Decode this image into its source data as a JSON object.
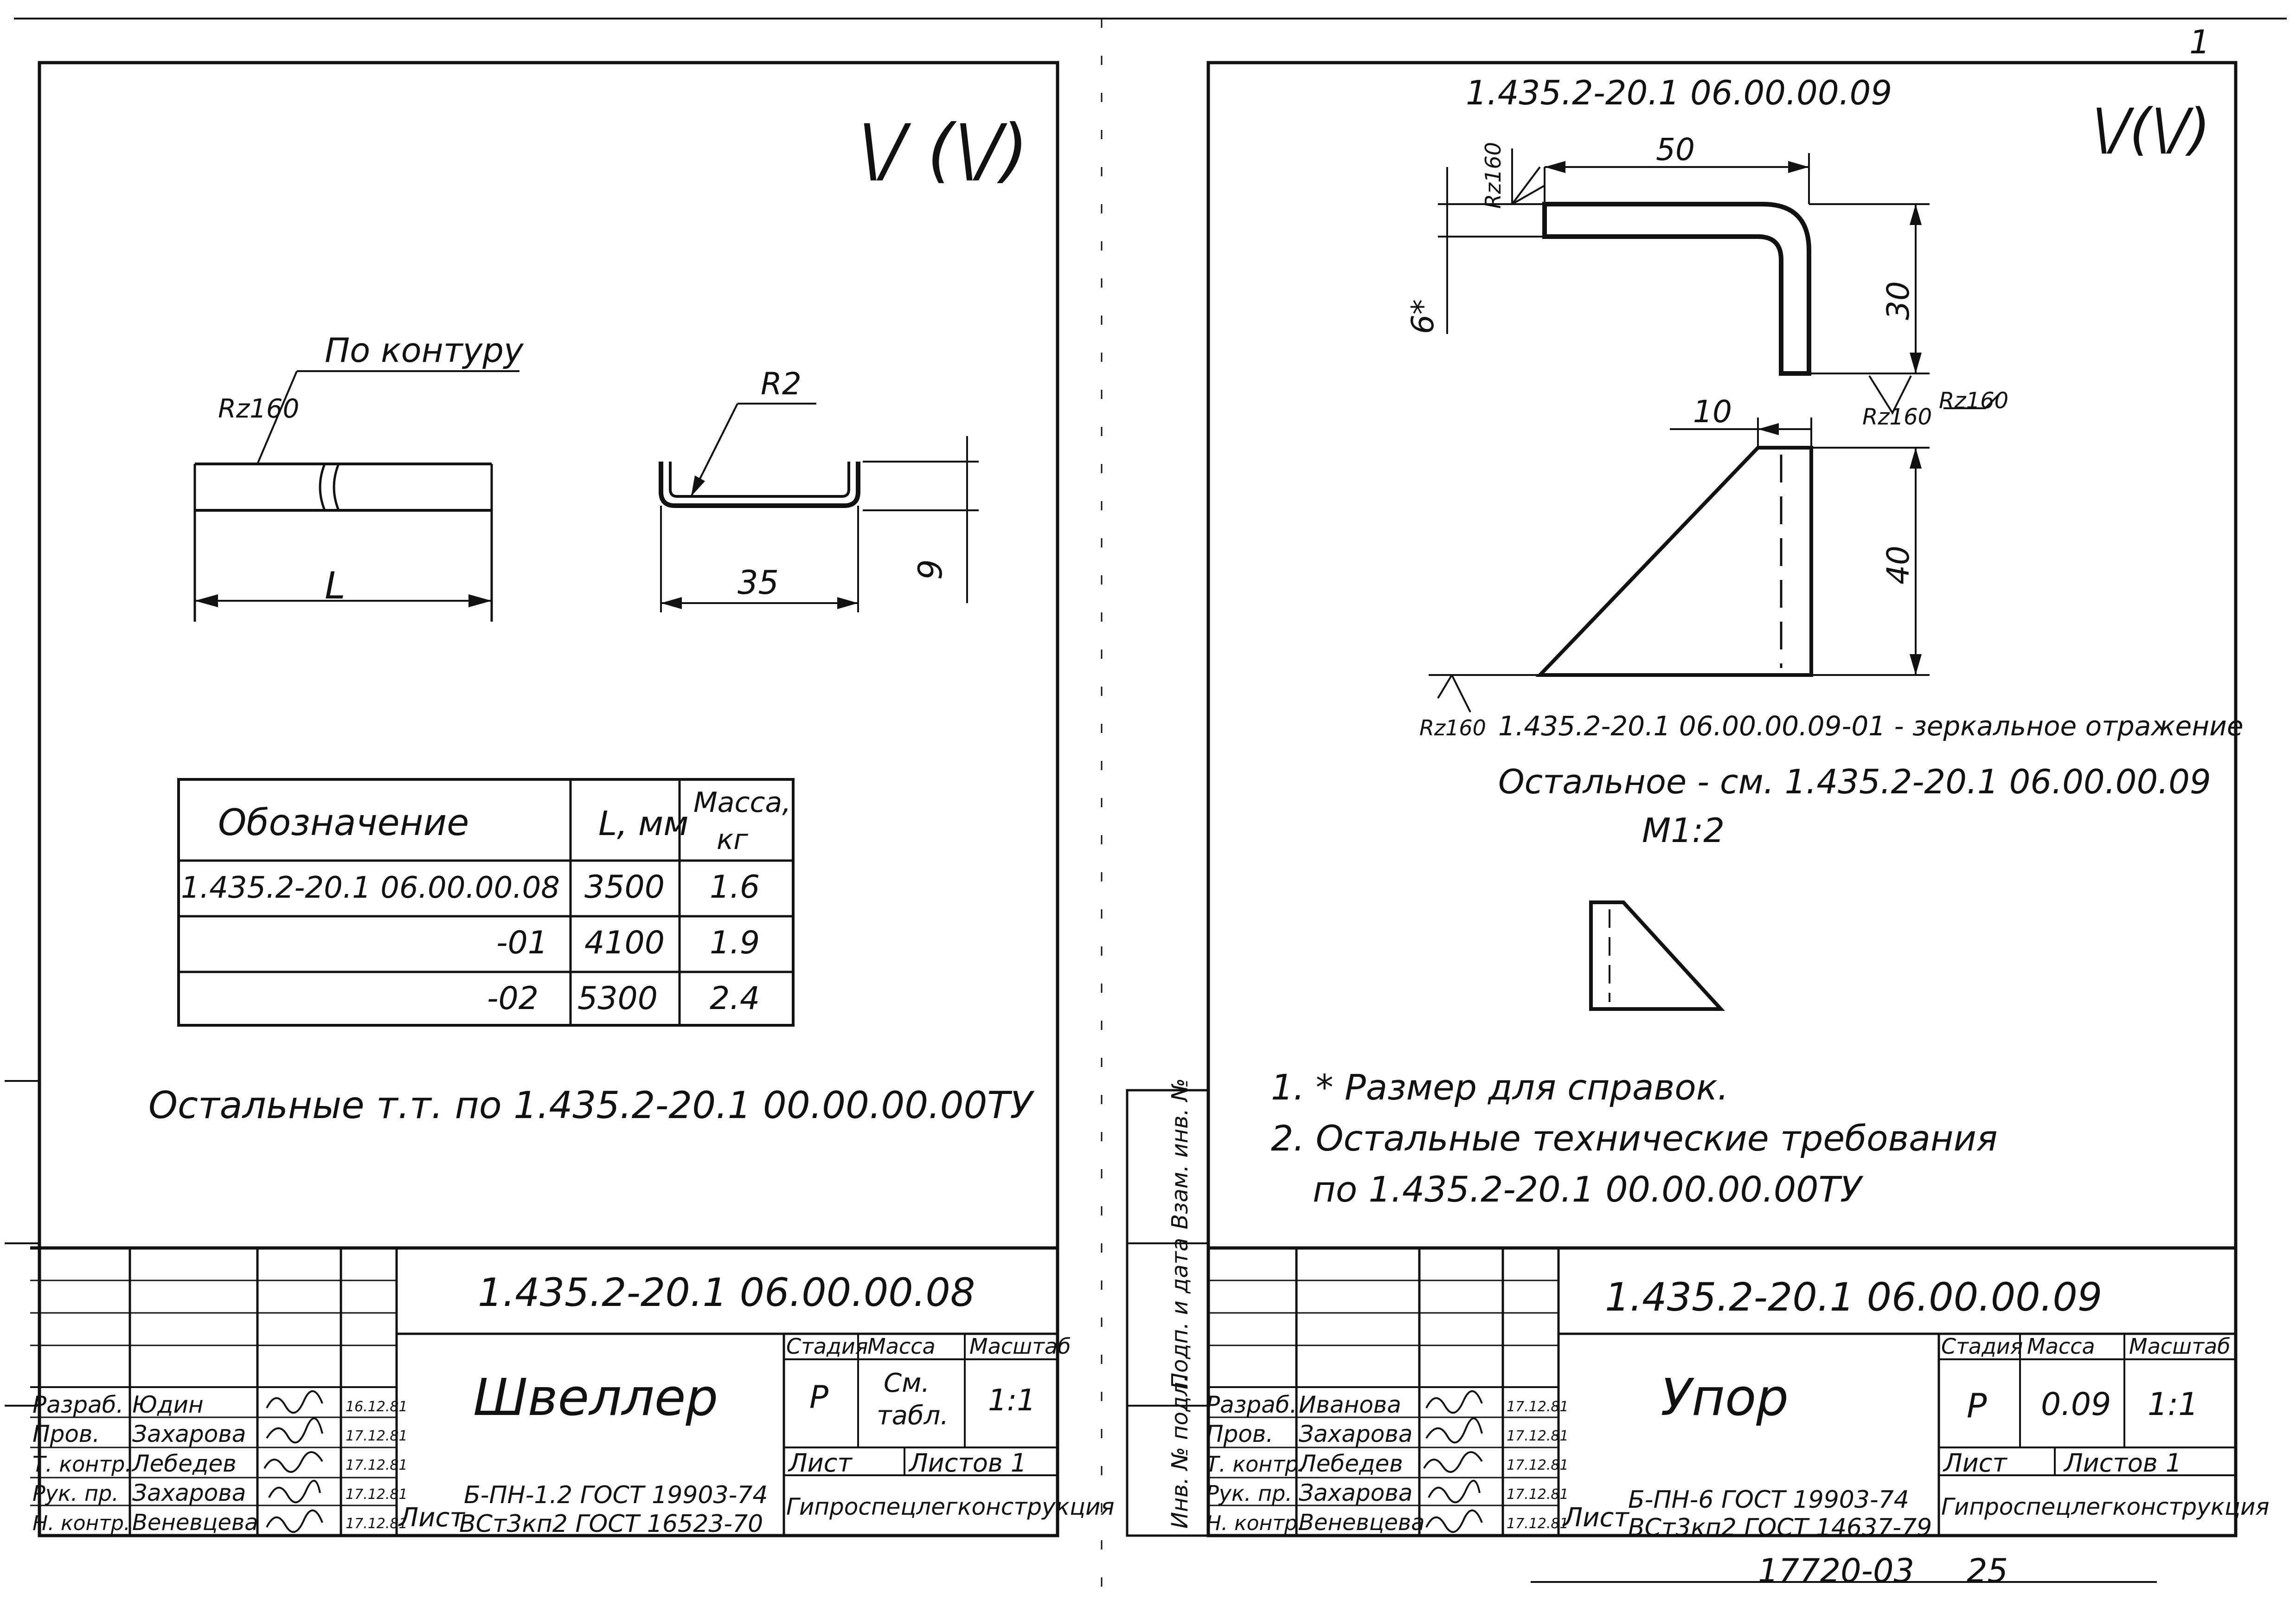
{
  "sheet_left": {
    "surface": "\\/ (\\/)",
    "contour_note": "По контуру",
    "rz_note": "Rz160",
    "radius": "R2",
    "dim_L": "L",
    "dim_width": "35",
    "dim_height": "9",
    "table": {
      "headers": [
        "Обозначение",
        "L, мм",
        "Масса,",
        "кг"
      ],
      "rows": [
        [
          "1.435.2-20.1 06.00.00.08",
          "3500",
          "1.6"
        ],
        [
          "-01",
          "4100",
          "1.9"
        ],
        [
          "-02",
          "5300",
          "2.4"
        ]
      ]
    },
    "note": "Остальные т.т. по 1.435.2-20.1 00.00.00.00ТУ",
    "title_block": {
      "doc_number": "1.435.2-20.1 06.00.00.08",
      "name": "Швеллер",
      "stage_label": "Стадия",
      "mass_label": "Масса",
      "scale_label": "Масштаб",
      "stage": "Р",
      "mass_1": "См.",
      "mass_2": "табл.",
      "scale": "1:1",
      "sheet_label": "Лист",
      "sheets_label": "Листов 1",
      "roles": [
        "Разраб.",
        "Пров.",
        "Т. контр.",
        "Рук. пр.",
        "Н. контр."
      ],
      "names": [
        "Юдин",
        "Захарова",
        "Лебедев",
        "Захарова",
        "Веневцева"
      ],
      "dates": [
        "16.12.81",
        "17.12.81",
        "17.12.81",
        "17.12.81",
        "17.12.81"
      ],
      "list_label": "Лист",
      "material_1": "Б-ПН-1.2 ГОСТ 19903-74",
      "material_2": "ВСт3кп2 ГОСТ 16523-70",
      "org": "Гипроспецлегконструкция"
    }
  },
  "sheet_right": {
    "corner_mark": "1",
    "header_code": "1.435.2-20.1 06.00.00.09",
    "surface": "\\/(\\/)",
    "rz_1": "Rz160",
    "rz_2": "Rz160",
    "rz_3": "Rz160",
    "rz_4": "Rz160",
    "dim_50": "50",
    "dim_30": "30",
    "dim_6": "6*",
    "dim_10": "10",
    "dim_40": "40",
    "mirror_note": "1.435.2-20.1 06.00.00.09-01 - зеркальное отражение",
    "rest_note": "Остальное - см. 1.435.2-20.1 06.00.00.09",
    "scale_note": "М1:2",
    "notes": [
      "1. * Размер для справок.",
      "2. Остальные технические требования",
      "по 1.435.2-20.1 00.00.00.00ТУ"
    ],
    "side_labels": [
      "Взам. инв. №",
      "Подп. и дата",
      "Инв. № подл."
    ],
    "title_block": {
      "doc_number": "1.435.2-20.1 06.00.00.09",
      "name": "Упор",
      "stage_label": "Стадия",
      "mass_label": "Масса",
      "scale_label": "Масштаб",
      "stage": "Р",
      "mass": "0.09",
      "scale": "1:1",
      "sheet_label": "Лист",
      "sheets_label": "Листов 1",
      "roles": [
        "Разраб.",
        "Пров.",
        "Т. контр.",
        "Рук. пр.",
        "Н. контр."
      ],
      "names": [
        "Иванова",
        "Захарова",
        "Лебедев",
        "Захарова",
        "Веневцева"
      ],
      "dates": [
        "17.12.81",
        "17.12.81",
        "17.12.81",
        "17.12.81",
        "17.12.81"
      ],
      "list_label": "Лист",
      "material_1": "Б-ПН-6 ГОСТ 19903-74",
      "material_2": "ВСт3кп2 ГОСТ 14637-79",
      "org": "Гипроспецлегконструкция"
    }
  },
  "footer": {
    "archive_no": "17720-03",
    "page_no": "25"
  }
}
